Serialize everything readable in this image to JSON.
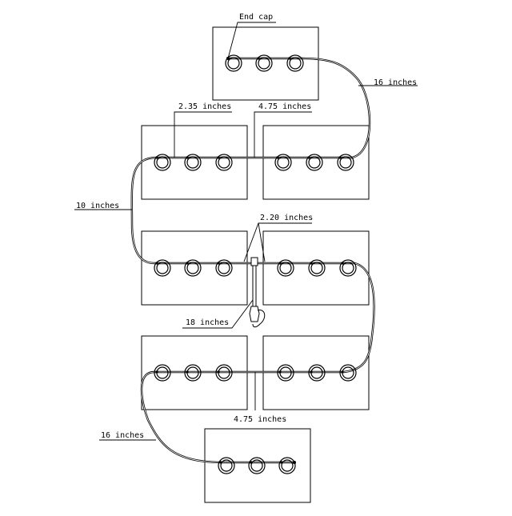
{
  "labels": {
    "end_cap": "End cap",
    "top_run": "16 inches",
    "spacing_left": "2.35 inches",
    "spacing_gap_top": "4.75 inches",
    "left_run": "10 inches",
    "tee_spacing": "2.20 inches",
    "feed_tube": "18 inches",
    "spacing_gap_bottom": "4.75 inches",
    "bottom_run": "16 inches"
  }
}
